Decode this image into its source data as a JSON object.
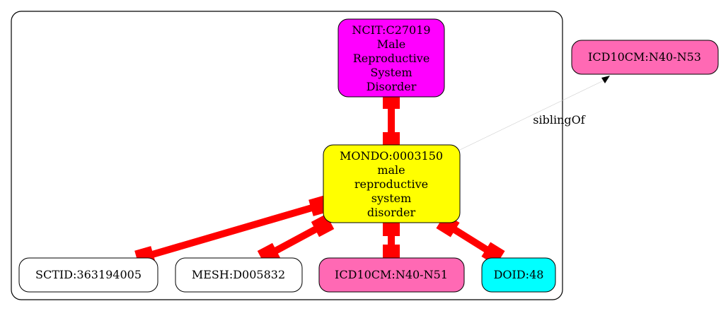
{
  "nodes": {
    "ncit": {
      "lines": [
        "NCIT:C27019",
        "Male",
        "Reproductive",
        "System",
        "Disorder"
      ],
      "fill": "#ff00ff"
    },
    "mondo": {
      "lines": [
        "MONDO:0003150",
        "male",
        "reproductive",
        "system",
        "disorder"
      ],
      "fill": "#ffff00"
    },
    "sctid": {
      "lines": [
        "SCTID:363194005"
      ],
      "fill": "#ffffff"
    },
    "mesh": {
      "lines": [
        "MESH:D005832"
      ],
      "fill": "#ffffff"
    },
    "icd10_n51": {
      "lines": [
        "ICD10CM:N40-N51"
      ],
      "fill": "#ff69b4"
    },
    "doid": {
      "lines": [
        "DOID:48"
      ],
      "fill": "#00ffff"
    },
    "icd10_n53": {
      "lines": [
        "ICD10CM:N40-N53"
      ],
      "fill": "#ff69b4"
    }
  },
  "edges": {
    "sibling_label": "siblingOf"
  },
  "colors": {
    "edge": "#ff0000",
    "border": "#000000",
    "sibling_edge": "#cccccc"
  }
}
